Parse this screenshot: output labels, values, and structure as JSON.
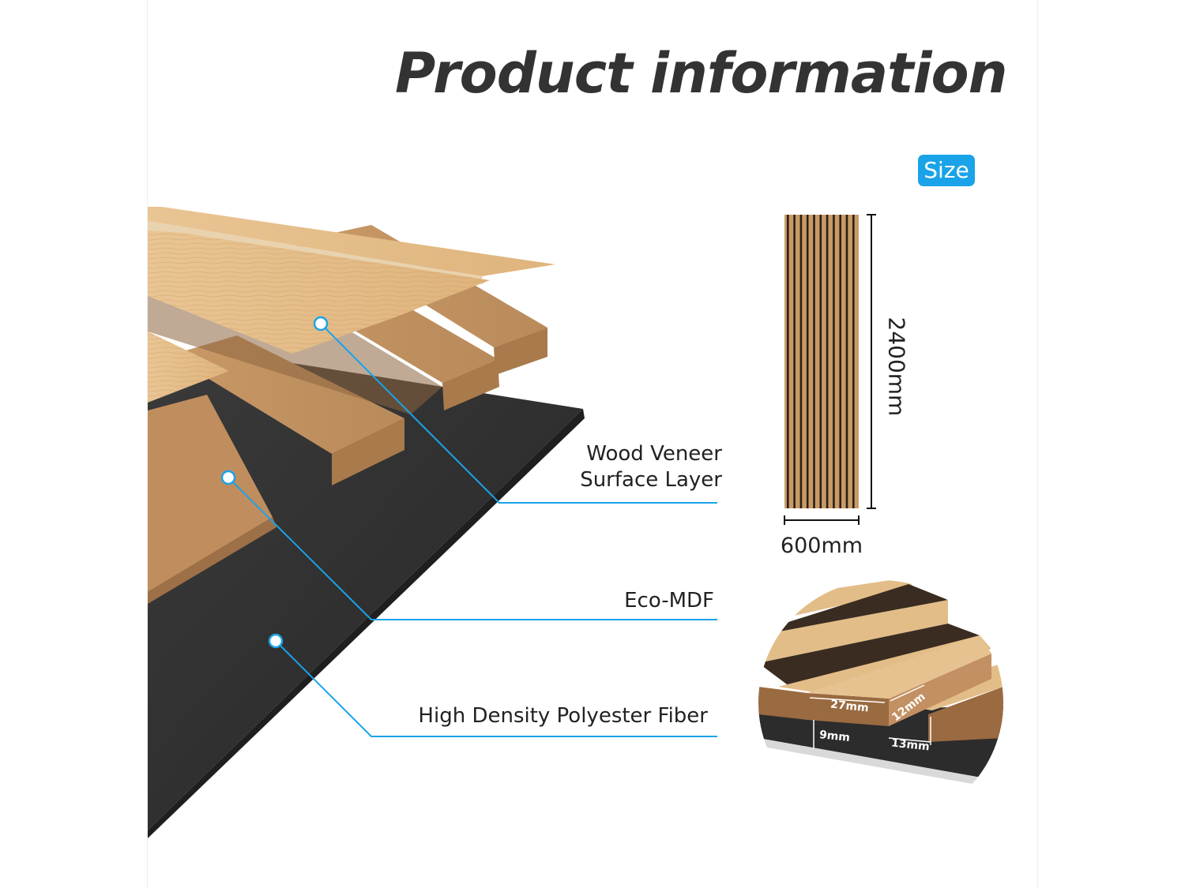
{
  "title": "Product information",
  "size_badge": "Size",
  "layers": {
    "veneer_line1": "Wood Veneer",
    "veneer_line2": "Surface Layer",
    "mdf": "Eco-MDF",
    "fiber": "High Density Polyester Fiber"
  },
  "panel": {
    "height_label": "2400mm",
    "width_label": "600mm"
  },
  "detail": {
    "slat_width": "27mm",
    "slat_height": "12mm",
    "felt_thickness": "9mm",
    "gap": "13mm"
  },
  "colors": {
    "accent": "#1aa3e8",
    "wood_light": "#e6bf8a",
    "wood_dark": "#b58558",
    "felt": "#2e2e2e",
    "title": "#333333"
  }
}
